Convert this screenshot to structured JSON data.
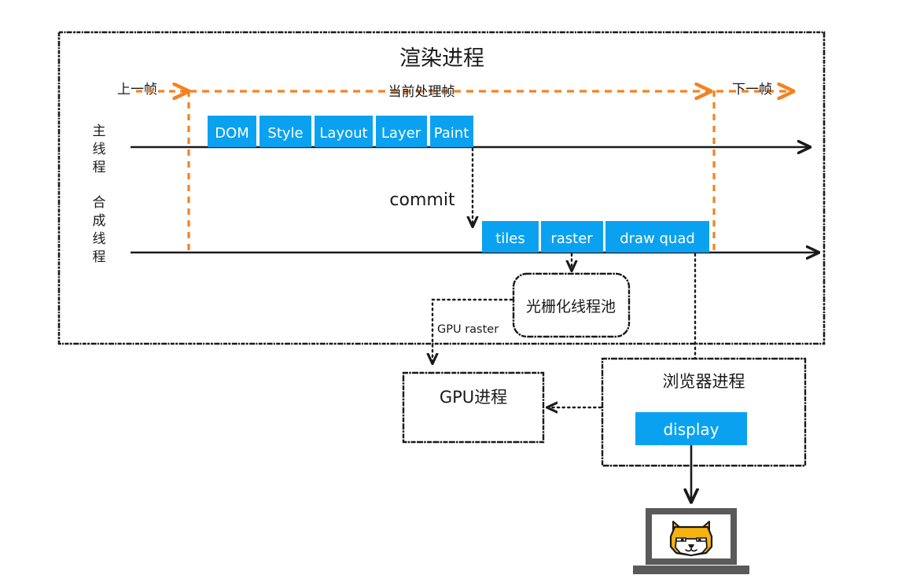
{
  "diagram": {
    "title": "渲染进程",
    "colors": {
      "accent_blue": "#0AA2F0",
      "orange": "#F58220",
      "stroke": "#1a1a1a",
      "background": "#ffffff",
      "doge_gold": "#F5B210",
      "laptop_gray": "#5a5a5a"
    },
    "timeline": {
      "prev_frame_label": "上一帧",
      "current_frame_label": "当前处理帧",
      "next_frame_label": "下一帧"
    },
    "lanes": [
      {
        "id": "main-thread",
        "label": "主线程",
        "chars": [
          "主",
          "线",
          "程"
        ]
      },
      {
        "id": "compositor-thread",
        "label": "合成线程",
        "chars": [
          "合",
          "成",
          "线",
          "程"
        ]
      }
    ],
    "main_thread_stages": [
      {
        "id": "dom",
        "label": "DOM"
      },
      {
        "id": "style",
        "label": "Style"
      },
      {
        "id": "layout",
        "label": "Layout"
      },
      {
        "id": "layer",
        "label": "Layer"
      },
      {
        "id": "paint",
        "label": "Paint"
      }
    ],
    "commit_label": "commit",
    "compositor_stages": [
      {
        "id": "tiles",
        "label": "tiles"
      },
      {
        "id": "raster",
        "label": "raster"
      },
      {
        "id": "draw-quad",
        "label": "draw quad"
      }
    ],
    "raster_pool": "光栅化线程池",
    "gpu_raster_label": "GPU raster",
    "gpu_process": "GPU进程",
    "browser_process": "浏览器进程",
    "display_box": "display"
  }
}
